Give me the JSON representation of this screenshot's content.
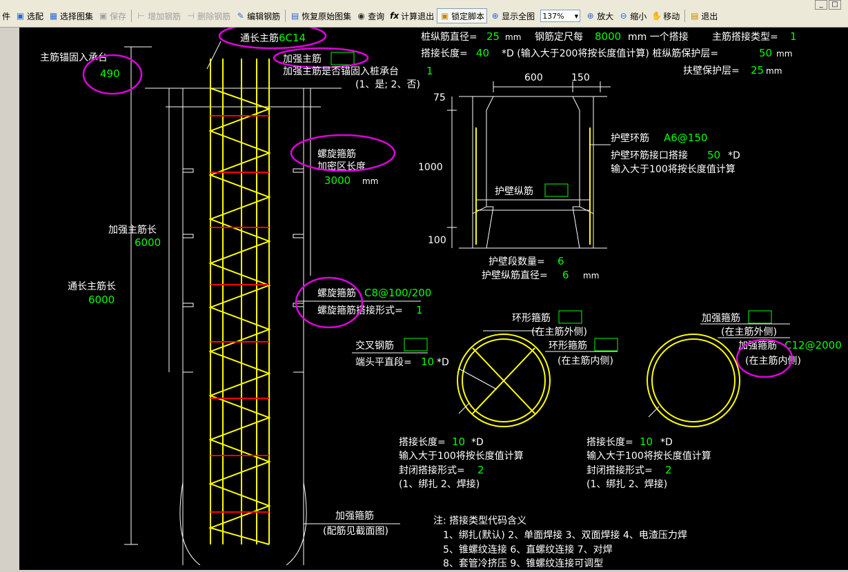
{
  "toolbar": {
    "items": [
      {
        "label": "件",
        "icon": "menu-fragment",
        "enabled": true
      },
      {
        "label": "选配",
        "icon": "select-icon",
        "enabled": true
      },
      {
        "label": "选择图集",
        "icon": "atlas-icon",
        "enabled": true
      },
      {
        "label": "保存",
        "icon": "save-icon",
        "enabled": false
      },
      {
        "label": "增加钢筋",
        "icon": "add-rebar-icon",
        "enabled": false
      },
      {
        "label": "删除钢筋",
        "icon": "delete-rebar-icon",
        "enabled": false
      },
      {
        "label": "编辑钢筋",
        "icon": "edit-rebar-icon",
        "enabled": true
      },
      {
        "label": "恢复原始图集",
        "icon": "restore-icon",
        "enabled": true
      },
      {
        "label": "查询",
        "icon": "binoculars-icon",
        "enabled": true
      },
      {
        "label": "计算退出",
        "icon": "formula-icon",
        "enabled": true
      },
      {
        "label": "锁定脚本",
        "icon": "lock-icon",
        "enabled": true
      },
      {
        "label": "显示全图",
        "icon": "zoom-all-icon",
        "enabled": true
      },
      {
        "label": "放大",
        "icon": "zoom-in-icon",
        "enabled": true
      },
      {
        "label": "缩小",
        "icon": "zoom-out-icon",
        "enabled": true
      },
      {
        "label": "移动",
        "icon": "hand-icon",
        "enabled": true
      },
      {
        "label": "退出",
        "icon": "exit-icon",
        "enabled": true
      }
    ],
    "zoom_value": "137%",
    "window_buttons": [
      "_",
      "□"
    ]
  },
  "drawing": {
    "colors": {
      "yellow": "#ffff00",
      "green": "#00ff00",
      "white": "#ffffff",
      "magenta": "#e000e0",
      "red": "#ff0000"
    },
    "top_params": {
      "row1_a": "桩纵筋直径=",
      "row1_a_val": "25",
      "row1_a_unit": "mm",
      "row1_b": "钢筋定尺每",
      "row1_b_val": "8000",
      "row1_b_unit": "mm 一个搭接",
      "row1_c": "主筋搭接类型=",
      "row1_c_val": "1",
      "row2_a": "搭接长度=",
      "row2_a_val": "40",
      "row2_a_unit": "*D (输入大于200将按长度值计算) 桩纵筋保护层=",
      "row2_a_val2": "50",
      "row2_a_unit2": "mm",
      "row3": "扶壁保护层=",
      "row3_val": "25",
      "row3_unit": "mm"
    },
    "left_labels": {
      "anchor": "主筋锚固入承台",
      "anchor_val": "490",
      "through_main": "通长主筋",
      "through_main_val": "6C14",
      "strengthen_main": "加强主筋",
      "strengthen_anchor_q": "加强主筋是否锚固入桩承台",
      "strengthen_anchor_val": "1",
      "strengthen_anchor_opts": "(1、是; 2、否)",
      "spiral": "螺旋箍筋",
      "dense_len": "加密区长度",
      "dense_len_val": "3000",
      "dense_len_unit": "mm",
      "strengthen_len": "加强主筋长",
      "strengthen_len_val": "6000",
      "through_len": "通长主筋长",
      "through_len_val": "6000",
      "spiral2": "螺旋箍筋",
      "spiral2_val": "C8@100/200",
      "spiral_lap": "螺旋箍筋搭接形式=",
      "spiral_lap_val": "1",
      "strengthen_stirrup": "加强箍筋",
      "strengthen_stirrup_note": "(配筋见截面图)"
    },
    "wall_section": {
      "dim_600": "600",
      "dim_150": "150",
      "dim_75": "75",
      "dim_1000": "1000",
      "dim_100": "100",
      "ring": "护壁环筋",
      "ring_val": "A6@150",
      "ring_lap": "护壁环筋接口搭接",
      "ring_lap_val": "50",
      "ring_lap_unit": "*D",
      "ring_lap_note": "输入大于100将按长度值计算",
      "long_bar": "护壁纵筋",
      "seg_count": "护壁段数量=",
      "seg_count_val": "6",
      "long_dia": "护壁纵筋直径=",
      "long_dia_val": "6",
      "long_dia_unit": "mm"
    },
    "circle_left": {
      "ring_out": "环形箍筋",
      "ring_out_note": "(在主筋外侧)",
      "ring_in": "环形箍筋",
      "ring_in_note": "(在主筋内侧)",
      "cross": "交叉钢筋",
      "end_straight": "端头平直段=",
      "end_straight_val": "10",
      "end_straight_unit": "*D",
      "lap_len": "搭接长度=",
      "lap_len_val": "10",
      "lap_len_unit": "*D",
      "lap_note": "输入大于100将按长度值计算",
      "close_lap": "封闭搭接形式=",
      "close_lap_val": "2",
      "opts": "(1、绑扎  2、焊接)"
    },
    "circle_right": {
      "strengthen_out": "加强箍筋",
      "strengthen_out_note": "(在主筋外侧)",
      "strengthen_in": "加强箍筋",
      "strengthen_in_val": "C12@2000",
      "strengthen_in_note": "(在主筋内侧)",
      "lap_len": "搭接长度=",
      "lap_len_val": "10",
      "lap_len_unit": "*D",
      "lap_note": "输入大于100将按长度值计算",
      "close_lap": "封闭搭接形式=",
      "close_lap_val": "2",
      "opts": "(1、绑扎  2、焊接)"
    },
    "notes": {
      "title": "注: 搭接类型代码含义",
      "line1": "1、绑扎(默认)    2、单面焊接    3、双面焊接    4、电渣压力焊",
      "line2": "5、锥螺纹连接    6、直螺纹连接    7、对焊",
      "line3": "8、套管冷挤压    9、锥螺纹连接可调型"
    }
  }
}
